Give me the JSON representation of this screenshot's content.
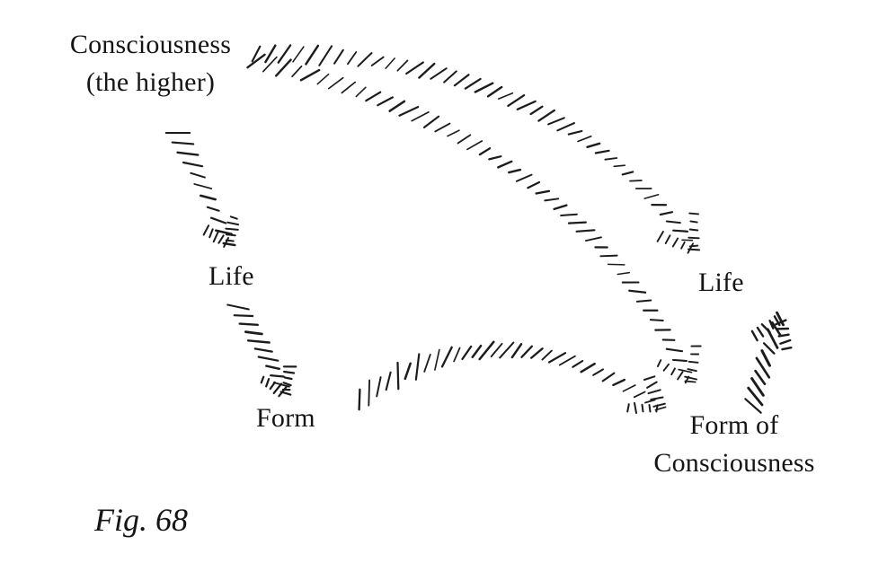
{
  "nodes": {
    "consciousness": {
      "line1": "Consciousness",
      "line2": "(the higher)"
    },
    "life_left": "Life",
    "form_left": "Form",
    "life_right": "Life",
    "form_of_consciousness": {
      "line1": "Form of",
      "line2": "Consciousness"
    }
  },
  "caption": "Fig. 68",
  "style": {
    "ink_color": "#1c1c1c",
    "background": "#ffffff"
  }
}
